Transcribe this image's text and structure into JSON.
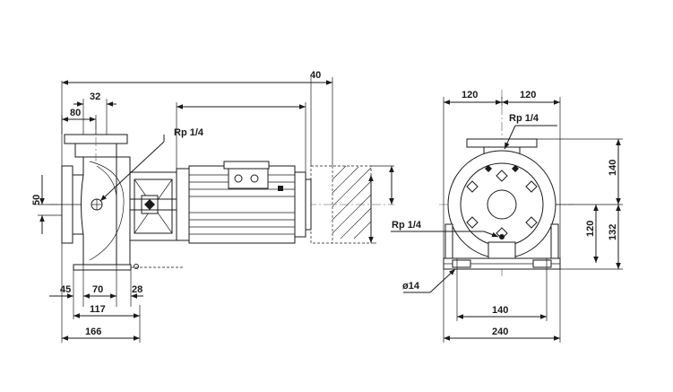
{
  "dimensions": {
    "top_overall": "40",
    "flange_32": "32",
    "flange_80": "80",
    "port_left": "Rp 1/4",
    "shaft_height": "50",
    "base_45": "45",
    "base_70": "70",
    "base_28": "28",
    "base_117": "117",
    "base_166": "166",
    "front_120_left": "120",
    "front_120_right": "120",
    "port_front_top": "Rp 1/4",
    "port_front_bottom": "Rp 1/4",
    "height_140": "140",
    "height_120": "120",
    "height_132": "132",
    "hole_dia": "ø14",
    "base_140": "140",
    "base_240": "240"
  }
}
